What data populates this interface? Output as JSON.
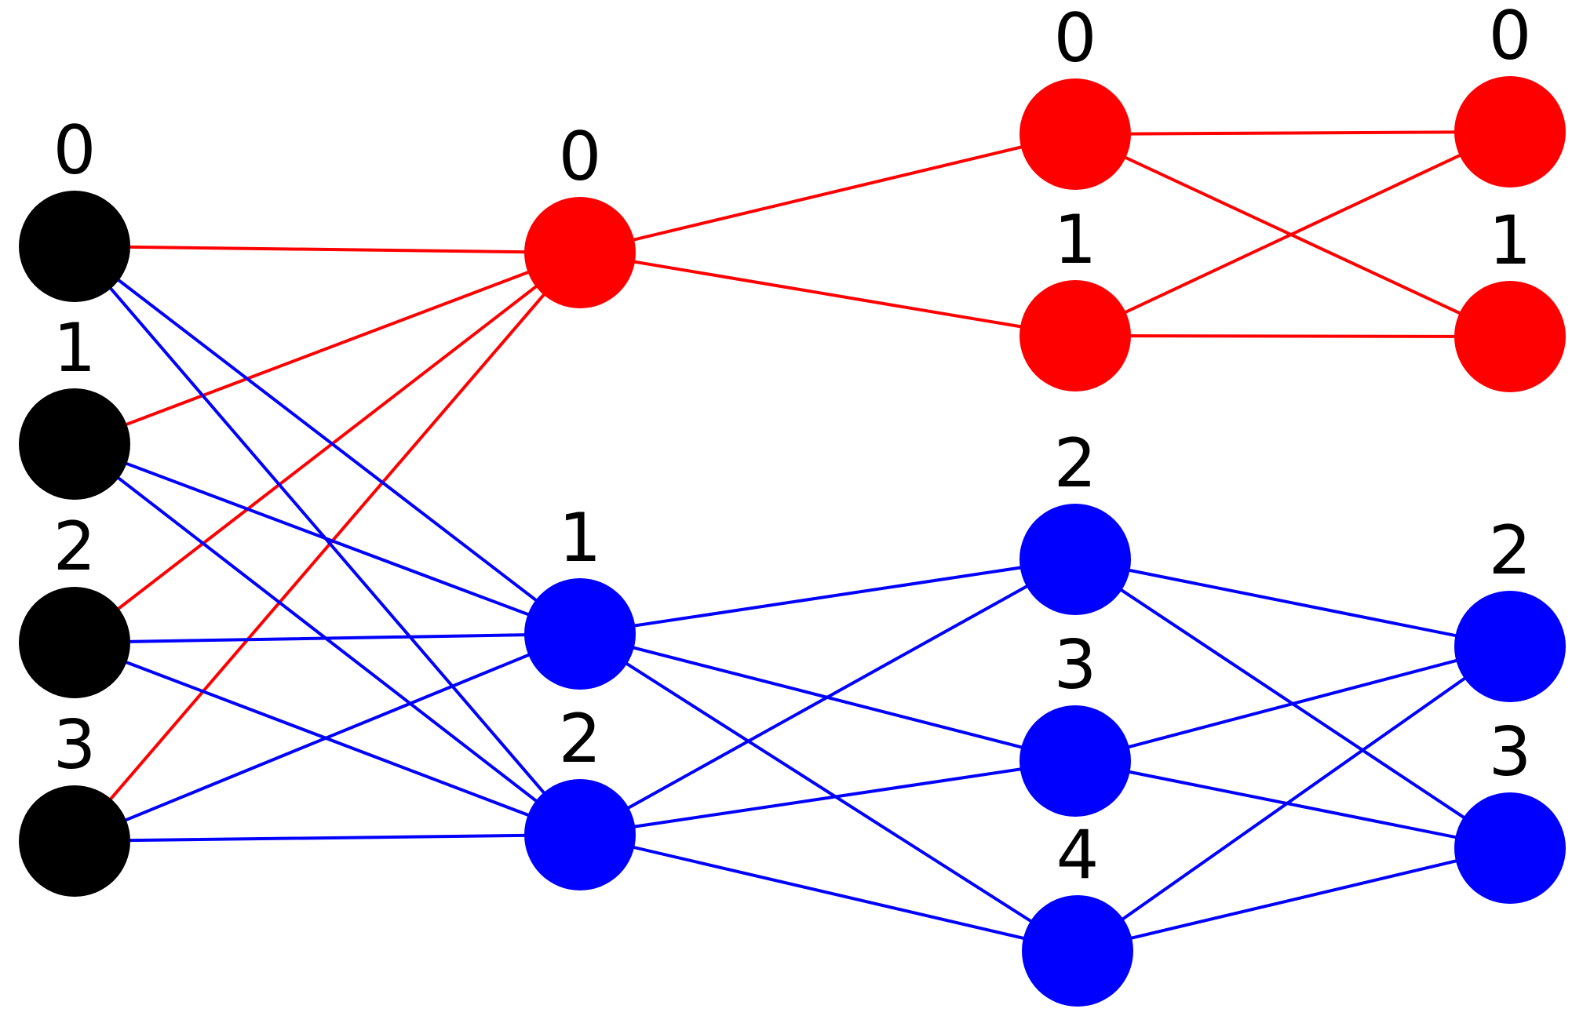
{
  "colors": {
    "black_node": "#000000",
    "red_node": "#ff0000",
    "blue_node": "#0000ff",
    "red_edge": "#ff0000",
    "blue_edge": "#0000ff",
    "label": "#000000"
  },
  "layers": [
    {
      "id": "input",
      "nodes": [
        {
          "id": "input-0",
          "label": "0",
          "color": "#000000"
        },
        {
          "id": "input-1",
          "label": "1",
          "color": "#000000"
        },
        {
          "id": "input-2",
          "label": "2",
          "color": "#000000"
        },
        {
          "id": "input-3",
          "label": "3",
          "color": "#000000"
        }
      ]
    },
    {
      "id": "layer-a",
      "nodes": [
        {
          "id": "a-0",
          "label": "0",
          "color": "#ff0000"
        },
        {
          "id": "a-1",
          "label": "1",
          "color": "#0000ff"
        },
        {
          "id": "a-2",
          "label": "2",
          "color": "#0000ff"
        }
      ]
    },
    {
      "id": "layer-b",
      "nodes": [
        {
          "id": "b-0",
          "label": "0",
          "color": "#ff0000"
        },
        {
          "id": "b-1",
          "label": "1",
          "color": "#ff0000"
        },
        {
          "id": "b-2",
          "label": "2",
          "color": "#0000ff"
        },
        {
          "id": "b-3",
          "label": "3",
          "color": "#0000ff"
        },
        {
          "id": "b-4",
          "label": "4",
          "color": "#0000ff"
        }
      ]
    },
    {
      "id": "output",
      "nodes": [
        {
          "id": "out-0",
          "label": "0",
          "color": "#ff0000"
        },
        {
          "id": "out-1",
          "label": "1",
          "color": "#ff0000"
        },
        {
          "id": "out-2",
          "label": "2",
          "color": "#0000ff"
        },
        {
          "id": "out-3",
          "label": "3",
          "color": "#0000ff"
        }
      ]
    }
  ],
  "edges": [
    {
      "from": "input-0",
      "to": "a-0",
      "color": "#ff0000"
    },
    {
      "from": "input-1",
      "to": "a-0",
      "color": "#ff0000"
    },
    {
      "from": "input-2",
      "to": "a-0",
      "color": "#ff0000"
    },
    {
      "from": "input-3",
      "to": "a-0",
      "color": "#ff0000"
    },
    {
      "from": "input-0",
      "to": "a-1",
      "color": "#0000ff"
    },
    {
      "from": "input-0",
      "to": "a-2",
      "color": "#0000ff"
    },
    {
      "from": "input-1",
      "to": "a-1",
      "color": "#0000ff"
    },
    {
      "from": "input-1",
      "to": "a-2",
      "color": "#0000ff"
    },
    {
      "from": "input-2",
      "to": "a-1",
      "color": "#0000ff"
    },
    {
      "from": "input-2",
      "to": "a-2",
      "color": "#0000ff"
    },
    {
      "from": "input-3",
      "to": "a-1",
      "color": "#0000ff"
    },
    {
      "from": "input-3",
      "to": "a-2",
      "color": "#0000ff"
    },
    {
      "from": "a-0",
      "to": "b-0",
      "color": "#ff0000"
    },
    {
      "from": "a-0",
      "to": "b-1",
      "color": "#ff0000"
    },
    {
      "from": "a-1",
      "to": "b-2",
      "color": "#0000ff"
    },
    {
      "from": "a-1",
      "to": "b-3",
      "color": "#0000ff"
    },
    {
      "from": "a-1",
      "to": "b-4",
      "color": "#0000ff"
    },
    {
      "from": "a-2",
      "to": "b-2",
      "color": "#0000ff"
    },
    {
      "from": "a-2",
      "to": "b-3",
      "color": "#0000ff"
    },
    {
      "from": "a-2",
      "to": "b-4",
      "color": "#0000ff"
    },
    {
      "from": "b-0",
      "to": "out-0",
      "color": "#ff0000"
    },
    {
      "from": "b-0",
      "to": "out-1",
      "color": "#ff0000"
    },
    {
      "from": "b-1",
      "to": "out-0",
      "color": "#ff0000"
    },
    {
      "from": "b-1",
      "to": "out-1",
      "color": "#ff0000"
    },
    {
      "from": "b-2",
      "to": "out-2",
      "color": "#0000ff"
    },
    {
      "from": "b-2",
      "to": "out-3",
      "color": "#0000ff"
    },
    {
      "from": "b-3",
      "to": "out-2",
      "color": "#0000ff"
    },
    {
      "from": "b-3",
      "to": "out-3",
      "color": "#0000ff"
    },
    {
      "from": "b-4",
      "to": "out-2",
      "color": "#0000ff"
    },
    {
      "from": "b-4",
      "to": "out-3",
      "color": "#0000ff"
    }
  ]
}
